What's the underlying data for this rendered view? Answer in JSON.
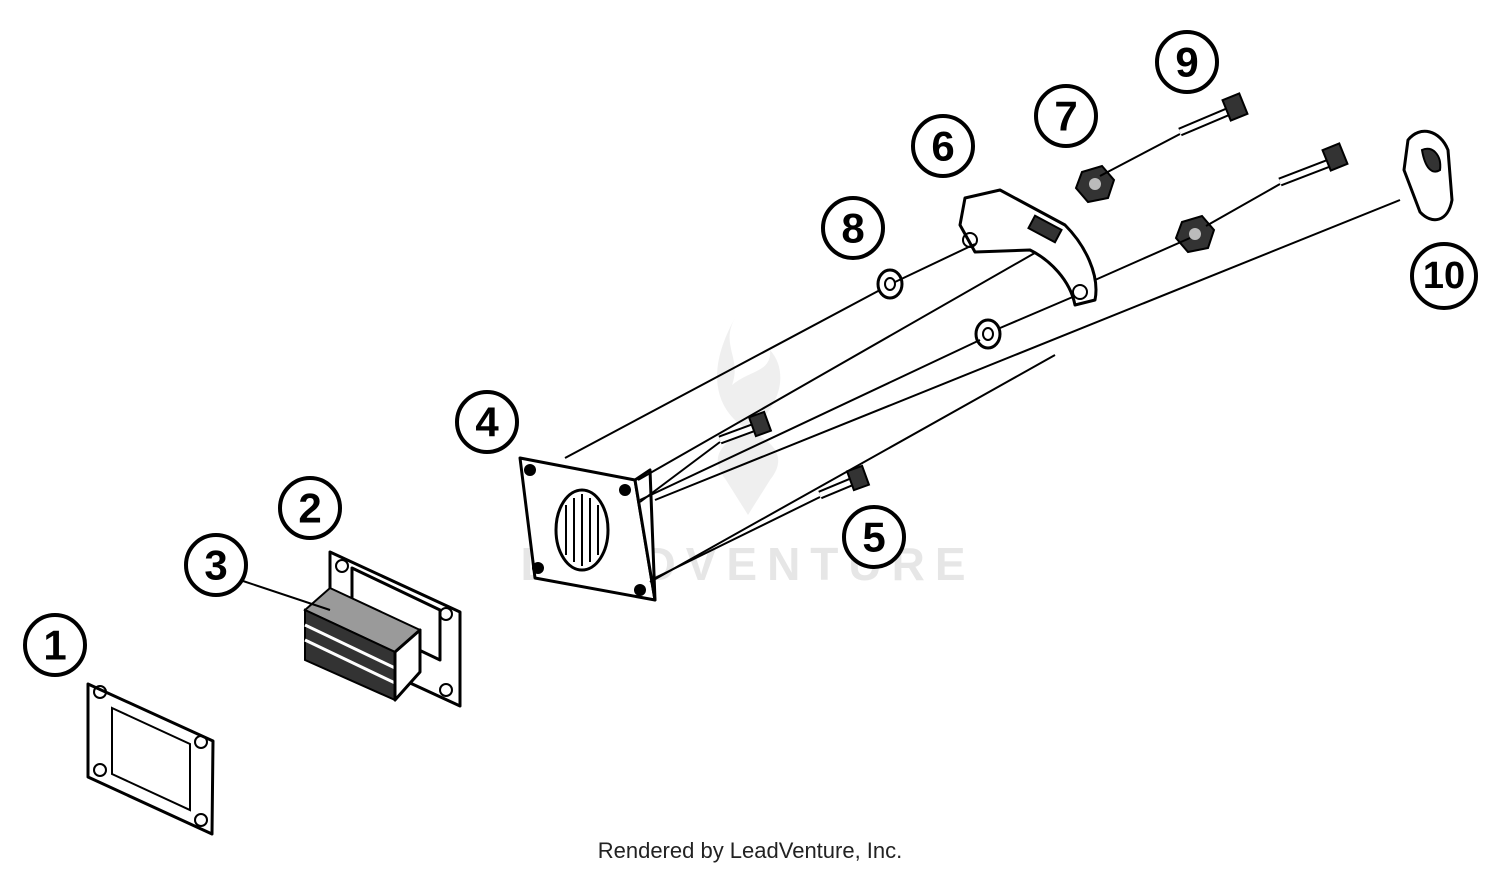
{
  "diagram": {
    "callouts": [
      {
        "id": "1",
        "label": "1"
      },
      {
        "id": "2",
        "label": "2"
      },
      {
        "id": "3",
        "label": "3"
      },
      {
        "id": "4",
        "label": "4"
      },
      {
        "id": "5",
        "label": "5"
      },
      {
        "id": "6",
        "label": "6"
      },
      {
        "id": "7",
        "label": "7"
      },
      {
        "id": "8",
        "label": "8"
      },
      {
        "id": "9",
        "label": "9"
      },
      {
        "id": "10",
        "label": "10"
      }
    ],
    "watermark": "LEADVENTURE",
    "credit": "Rendered by LeadVenture, Inc."
  }
}
